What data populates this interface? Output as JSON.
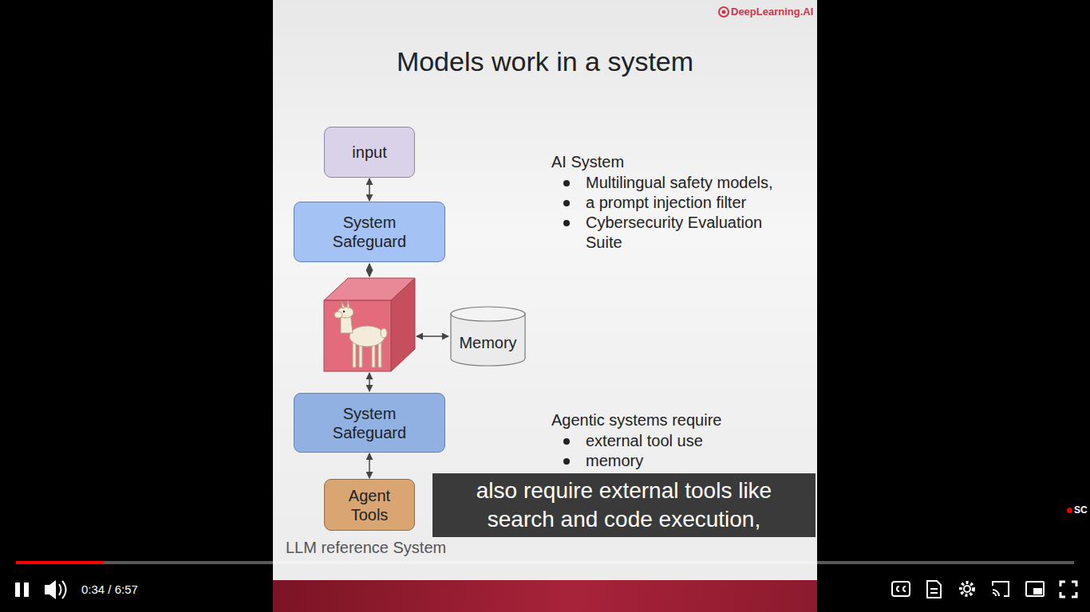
{
  "diagram": {
    "title": "Models work in a system",
    "nodes": [
      {
        "text": [
          "input"
        ]
      },
      {
        "text": [
          "System Safeguard"
        ]
      },
      {
        "text": [
          "Memory"
        ]
      },
      {
        "text": [
          "System Safeguard"
        ]
      },
      {
        "text": [
          "Agent Tools"
        ]
      }
    ],
    "edges": [
      {
        "from": 0,
        "to": 1,
        "arrow": "both"
      },
      {
        "from": 3,
        "to": 4,
        "arrow": "both"
      }
    ],
    "labels": [
      "DeepLearning.AI",
      "AI System",
      "Multilingual safety models,",
      "a prompt injection filter",
      "Cybersecurity Evaluation Suite",
      "Agentic systems require",
      "external tool use",
      "memory",
      "also require external tools like search and code execution,",
      "LLM reference System",
      "0:34 / 6:57",
      "SC"
    ]
  }
}
